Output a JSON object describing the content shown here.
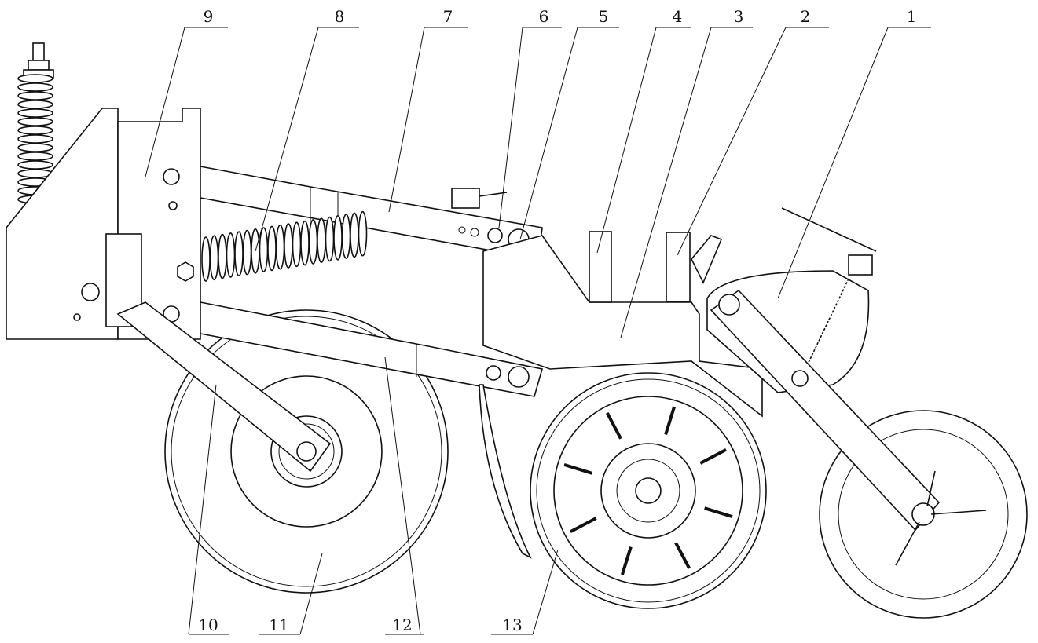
{
  "figure": {
    "callouts": [
      {
        "number": "1",
        "part": "part-1"
      },
      {
        "number": "2",
        "part": "part-2"
      },
      {
        "number": "3",
        "part": "part-3"
      },
      {
        "number": "4",
        "part": "part-4"
      },
      {
        "number": "5",
        "part": "part-5"
      },
      {
        "number": "6",
        "part": "part-6"
      },
      {
        "number": "7",
        "part": "part-7"
      },
      {
        "number": "8",
        "part": "part-8"
      },
      {
        "number": "9",
        "part": "part-9"
      },
      {
        "number": "10",
        "part": "part-10"
      },
      {
        "number": "11",
        "part": "part-11"
      },
      {
        "number": "12",
        "part": "part-12"
      },
      {
        "number": "13",
        "part": "part-13"
      }
    ]
  }
}
